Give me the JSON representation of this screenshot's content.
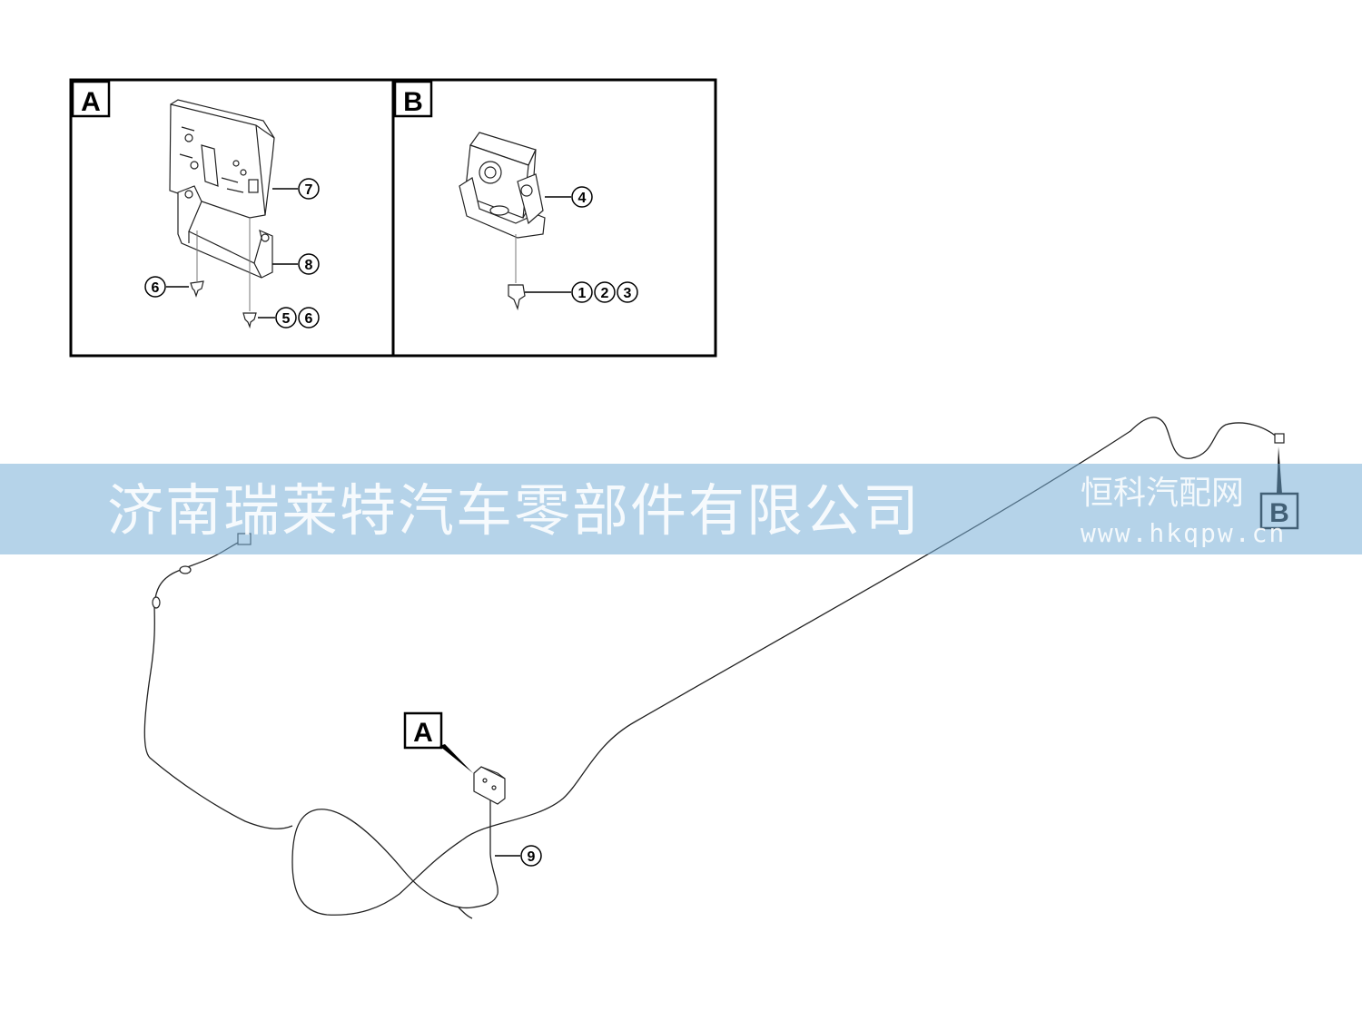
{
  "detail_views": [
    {
      "id": "A",
      "label": "A"
    },
    {
      "id": "B",
      "label": "B"
    }
  ],
  "callouts": {
    "n1": "1",
    "n2": "2",
    "n3": "3",
    "n4": "4",
    "n5": "5",
    "n6": "6",
    "n7": "7",
    "n8": "8",
    "n9": "9"
  },
  "location_markers": [
    {
      "id": "A",
      "label": "A"
    },
    {
      "id": "B",
      "label": "B"
    }
  ],
  "watermark": {
    "company": "济南瑞莱特汽车零部件有限公司",
    "site_name": "恒科汽配网",
    "site_url": "www.hkqpw.cn"
  },
  "colors": {
    "line": "#000000",
    "watermark_band": "#8ab8dc"
  }
}
